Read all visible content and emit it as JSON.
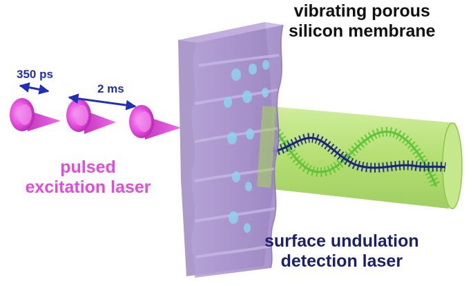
{
  "membrane_label": {
    "line1": "vibrating porous",
    "line2": "silicon membrane"
  },
  "excitation_label": {
    "line1": "pulsed",
    "line2": "excitation laser"
  },
  "detection_label": {
    "line1": "surface undulation",
    "line2": "detection laser"
  },
  "pulse_width_label": "350 ps",
  "pulse_spacing_label": "2 ms",
  "colors": {
    "excitation": "#e84de0",
    "excitation_text": "#e04cdc",
    "dimension_text": "#1f2fb8",
    "membrane": "#a58fc8",
    "pores": "#8fd3ef",
    "beam": "#a8d95a",
    "wave_green": "#5fc43a",
    "wave_navy": "#1a237e",
    "label_text": "#111111",
    "detection_text": "#1a1f6e"
  }
}
